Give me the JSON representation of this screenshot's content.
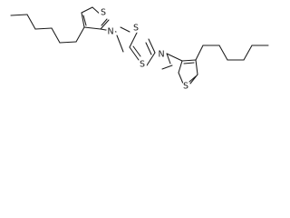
{
  "molecule": {
    "atoms": [
      {
        "id": "s_core_top",
        "symbol": "S"
      },
      {
        "id": "n_core_top",
        "symbol": "N"
      },
      {
        "id": "n_core_bottom",
        "symbol": "N"
      },
      {
        "id": "s_core_bottom",
        "symbol": "S"
      },
      {
        "id": "s_thiophene_left",
        "symbol": "S"
      },
      {
        "id": "s_thiophene_right",
        "symbol": "S"
      }
    ]
  },
  "colors": {
    "bond": "#1a1a1a",
    "background": "#ffffff"
  }
}
